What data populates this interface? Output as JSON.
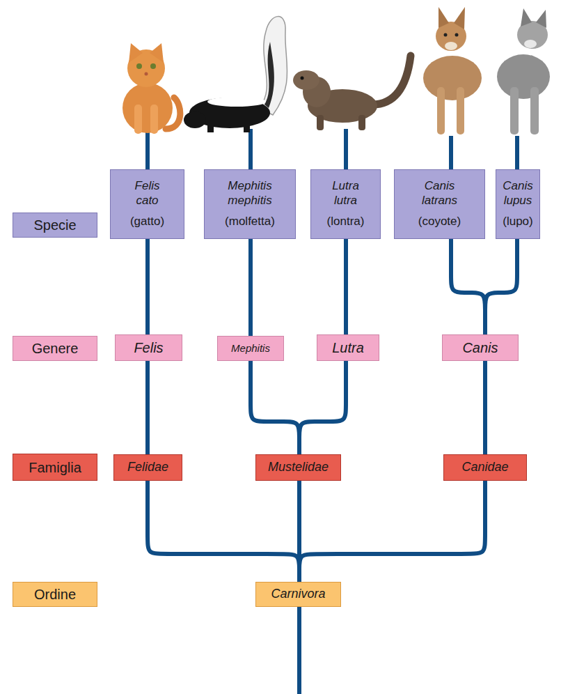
{
  "diagram": {
    "nodes": [
      {
        "text": [
          "Specie"
        ]
      },
      {
        "text": [
          "Felis cato",
          "(gatto)"
        ]
      },
      {
        "text": [
          "Mephitis mephitis",
          "(molfetta)"
        ]
      },
      {
        "text": [
          "Lutra lutra",
          "(lontra)"
        ]
      },
      {
        "text": [
          "Canis latrans",
          "(coyote)"
        ]
      },
      {
        "text": [
          "Canis lupus",
          "(lupo)"
        ]
      },
      {
        "text": [
          "Genere"
        ]
      },
      {
        "text": [
          "Felis"
        ]
      },
      {
        "text": [
          "Mephitis"
        ]
      },
      {
        "text": [
          "Lutra"
        ]
      },
      {
        "text": [
          "Canis"
        ]
      },
      {
        "text": [
          "Famiglia"
        ]
      },
      {
        "text": [
          "Felidae"
        ]
      },
      {
        "text": [
          "Mustelidae"
        ]
      },
      {
        "text": [
          "Canidae"
        ]
      },
      {
        "text": [
          "Ordine"
        ]
      },
      {
        "text": [
          "Carnivora"
        ]
      }
    ],
    "edges": [
      {
        "from": 1,
        "to": 7,
        "arrow": "none"
      },
      {
        "from": 2,
        "to": 8,
        "arrow": "none"
      },
      {
        "from": 3,
        "to": 9,
        "arrow": "none"
      },
      {
        "from": 4,
        "to": 10,
        "arrow": "none"
      },
      {
        "from": 5,
        "to": 10,
        "arrow": "none"
      },
      {
        "from": 7,
        "to": 12,
        "arrow": "none"
      },
      {
        "from": 8,
        "to": 13,
        "arrow": "none"
      },
      {
        "from": 9,
        "to": 13,
        "arrow": "none"
      },
      {
        "from": 10,
        "to": 14,
        "arrow": "none"
      },
      {
        "from": 12,
        "to": 16,
        "arrow": "none"
      },
      {
        "from": 13,
        "to": 16,
        "arrow": "none"
      },
      {
        "from": 14,
        "to": 16,
        "arrow": "none"
      }
    ]
  }
}
